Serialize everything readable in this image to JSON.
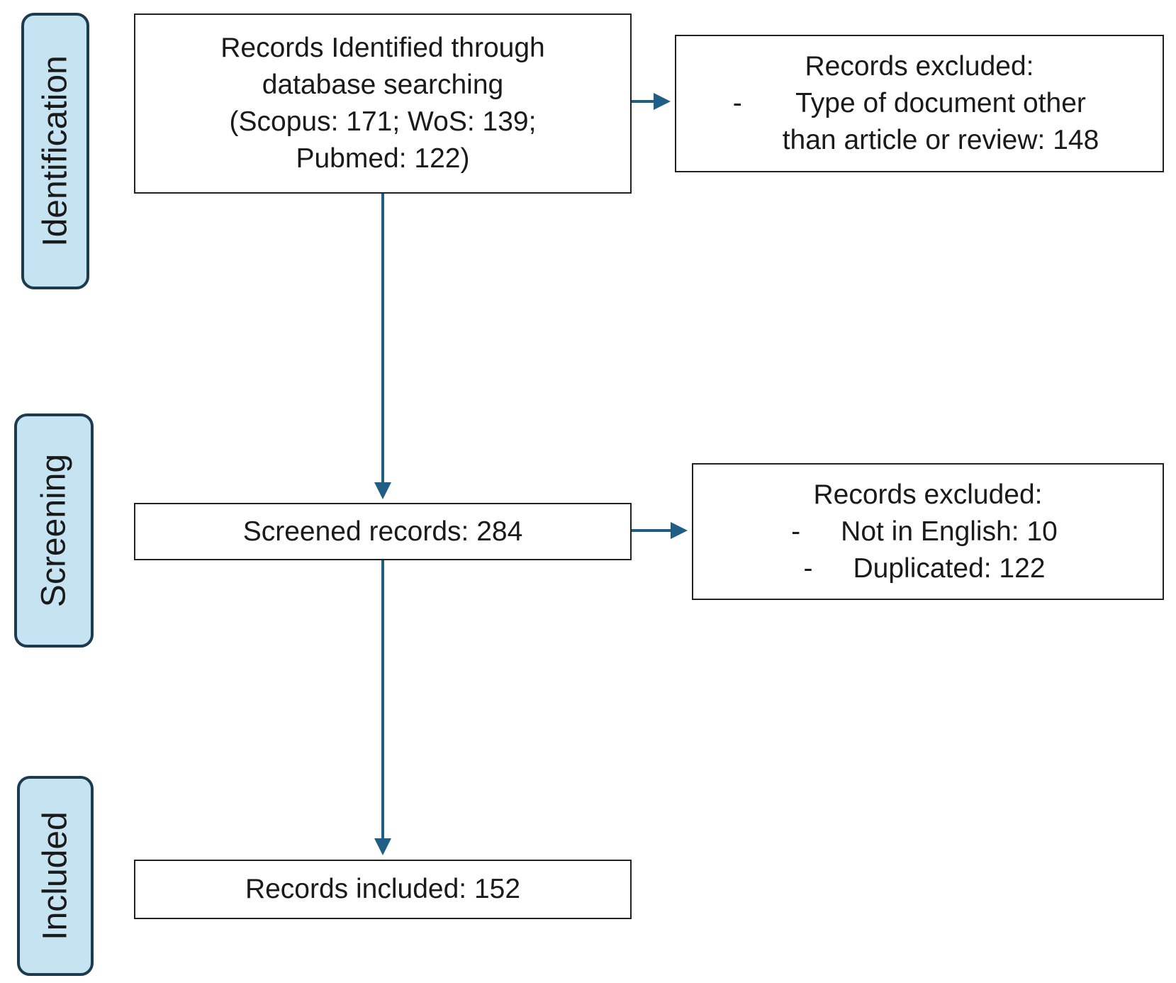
{
  "stages": {
    "identification": "Identification",
    "screening": "Screening",
    "included": "Included"
  },
  "identified_box": {
    "lines": [
      "Records Identified through",
      "database searching",
      "(Scopus: 171; WoS: 139;",
      "Pubmed: 122)"
    ]
  },
  "excluded_box_1": {
    "title": "Records excluded:",
    "items": [
      {
        "dash": "-",
        "lines": [
          "Type of document other",
          "than article or review: 148"
        ]
      }
    ]
  },
  "screened_box": {
    "label": "Screened records: 284"
  },
  "excluded_box_2": {
    "title": "Records excluded:",
    "items": [
      {
        "dash": "-",
        "text": "Not in English: 10"
      },
      {
        "dash": "-",
        "text": "Duplicated: 122"
      }
    ]
  },
  "included_box": {
    "label": "Records included: 152"
  },
  "colors": {
    "arrow": "#1f5f86",
    "stage_fill": "#c5e3f0",
    "stage_border": "#1d3b4f"
  }
}
